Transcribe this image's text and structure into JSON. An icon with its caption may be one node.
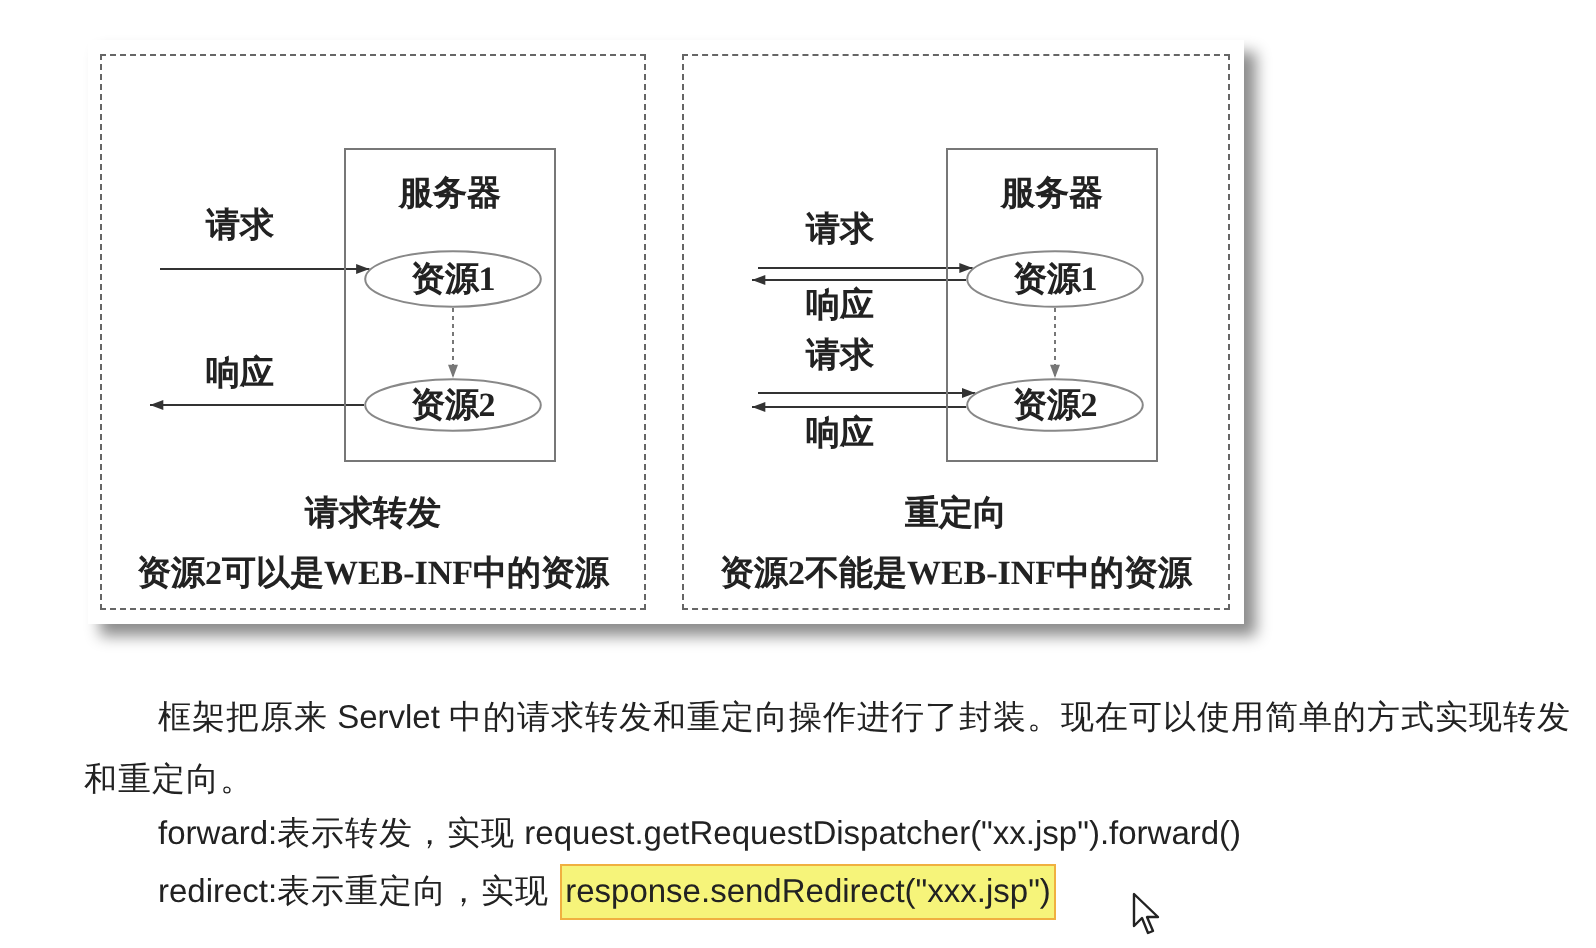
{
  "diagram": {
    "nodes": [
      {
        "text": [
          "请求转发",
          "资源2可以是WEB-INF中的资源"
        ]
      },
      {
        "text": [
          "服务器"
        ],
        "in": 0
      },
      {
        "text": [
          "资源1"
        ],
        "in": 1
      },
      {
        "text": [
          "资源2"
        ],
        "in": 1
      },
      {
        "text": [
          "重定向",
          "资源2不能是WEB-INF中的资源"
        ]
      },
      {
        "text": [
          "服务器"
        ],
        "in": 4
      },
      {
        "text": [
          "资源1"
        ],
        "in": 5
      },
      {
        "text": [
          "资源2"
        ],
        "in": 5
      }
    ],
    "edges": [
      {
        "from": null,
        "to": 2,
        "arrow": "to",
        "label": "请求"
      },
      {
        "from": 2,
        "to": 3,
        "arrow": "to",
        "style": "dashed",
        "color": "#777777"
      },
      {
        "from": 3,
        "to": null,
        "arrow": "to",
        "label": "响应"
      },
      {
        "from": null,
        "to": 6,
        "arrow": "to",
        "label": "请求"
      },
      {
        "from": 6,
        "to": null,
        "arrow": "to",
        "label": "响应"
      },
      {
        "from": 6,
        "to": 7,
        "arrow": "to",
        "style": "dashed",
        "color": "#777777"
      },
      {
        "from": null,
        "to": 7,
        "arrow": "to",
        "label": "请求"
      },
      {
        "from": 7,
        "to": null,
        "arrow": "to",
        "label": "响应"
      }
    ],
    "labels": [
      "框架把原来 Servlet 中的请求转发和重定向操作进行了封装。现在可以使用简单的方式实现转发和重定向。",
      "forward:表示转发，实现 request.getRequestDispatcher(\"xx.jsp\").forward()",
      "redirect:表示重定向，实现",
      "response.sendRedirect(\"xxx.jsp\")"
    ]
  }
}
